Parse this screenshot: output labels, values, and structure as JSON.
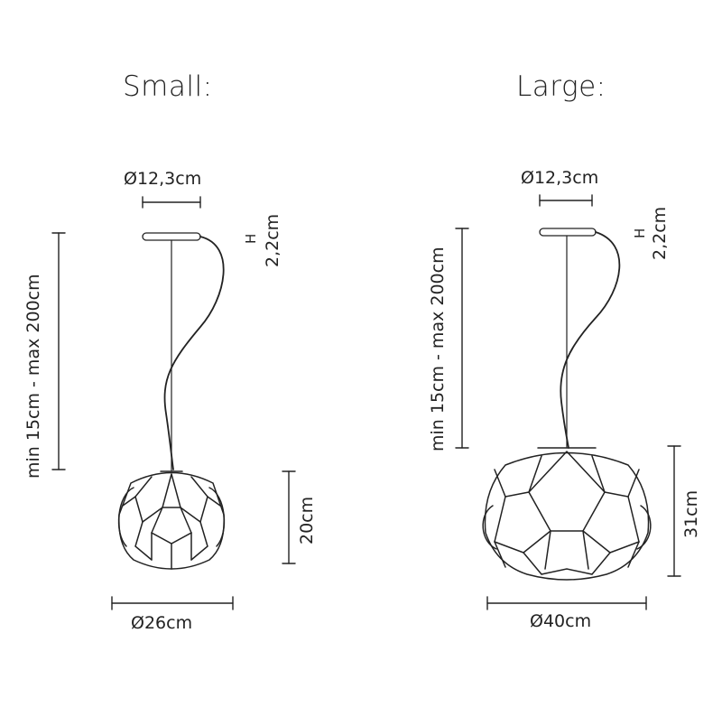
{
  "small": {
    "title": "Small:",
    "canopy_diameter": "Ø12,3cm",
    "canopy_height_symbol": "H",
    "canopy_height": "2,2cm",
    "suspension": "min 15cm - max 200cm",
    "shade_height": "20cm",
    "shade_diameter": "Ø26cm"
  },
  "large": {
    "title": "Large:",
    "canopy_diameter": "Ø12,3cm",
    "canopy_height_symbol": "H",
    "canopy_height": "2,2cm",
    "suspension": "min 15cm - max 200cm",
    "shade_height": "31cm",
    "shade_diameter": "Ø40cm"
  },
  "colors": {
    "line": "#222222",
    "shade_fill": "#ffffff"
  },
  "icons": [
    "diameter-symbol"
  ]
}
